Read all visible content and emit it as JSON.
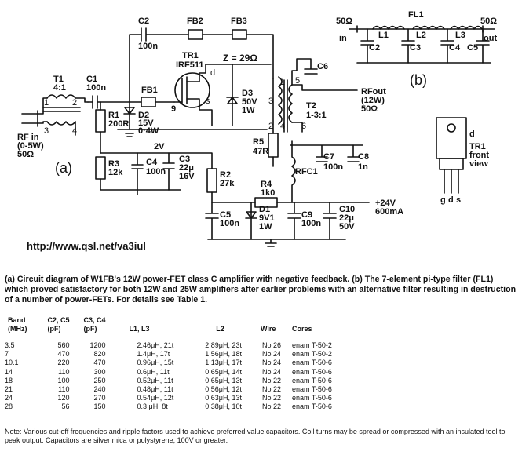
{
  "diagram": {
    "url": "http://www.qsl.net/va3iul",
    "panel_a": "(a)",
    "panel_b": "(b)",
    "rf_in": [
      "RF in",
      "(0-5W)",
      "50Ω"
    ],
    "t1": [
      "T1",
      "4:1"
    ],
    "t1_pins": [
      "1",
      "2",
      "3",
      "4"
    ],
    "c1": [
      "C1",
      "100n"
    ],
    "c2": [
      "C2",
      "100n"
    ],
    "fb1": "FB1",
    "fb2": "FB2",
    "fb3": "FB3",
    "tr1": [
      "TR1",
      "IRF511"
    ],
    "pin_d": "d",
    "pin_g": "9",
    "pin_s": "s",
    "z": "Z = 29Ω",
    "d2": [
      "D2",
      "15V",
      "0·4W"
    ],
    "d3": [
      "D3",
      "50V",
      "1W"
    ],
    "r1": [
      "R1",
      "200R"
    ],
    "r3": [
      "R3",
      "12k"
    ],
    "c4": [
      "C4",
      "100n"
    ],
    "c3": [
      "C3",
      "22μ",
      "16V"
    ],
    "v2": "2V",
    "r2": [
      "R2",
      "27k"
    ],
    "r5": [
      "R5",
      "47R"
    ],
    "r4": [
      "R4",
      "1k0"
    ],
    "c5": [
      "C5",
      "100n"
    ],
    "d1": [
      "D1",
      "9V1",
      "1W"
    ],
    "c9": [
      "C9",
      "100n"
    ],
    "c10": [
      "C10",
      "22μ",
      "50V"
    ],
    "c6": "C6",
    "c7": [
      "C7",
      "100n"
    ],
    "c8": [
      "C8",
      "1n"
    ],
    "rfc1": "RFC1",
    "t2": [
      "T2",
      "1-3:1"
    ],
    "t2_pins": [
      "1",
      "2",
      "3",
      "4",
      "5",
      "6"
    ],
    "rf_out": [
      "RFout",
      "(12W)",
      "50Ω"
    ],
    "supply": [
      "+24V",
      "600mA"
    ],
    "fl1": "FL1",
    "pi_in": [
      "50Ω",
      "in"
    ],
    "pi_out": [
      "50Ω",
      "out"
    ],
    "pi_inductors": [
      "L1",
      "L2",
      "L3"
    ],
    "pi_caps": [
      "C2",
      "C3",
      "C4",
      "C5"
    ],
    "tr1_view": [
      "TR1",
      "front",
      "view"
    ],
    "tr1_leads": [
      "g",
      "d",
      "s"
    ],
    "tr1_tab": "d"
  },
  "caption": "(a) Circuit diagram of W1FB's 12W power-FET class C amplifier with negative feedback. (b) The 7-element pi-type filter (FL1) which proved satisfactory for both 12W and 25W amplifiers after earlier problems with an alternative filter resulting in destruction of a number of power-FETs. For details see Table 1.",
  "table": {
    "headers": [
      [
        "Band",
        "(MHz)"
      ],
      [
        "C2, C5",
        "(pF)"
      ],
      [
        "C3, C4",
        "(pF)"
      ],
      [
        "L1, L3",
        ""
      ],
      [
        "L2",
        ""
      ],
      [
        "Wire",
        ""
      ],
      [
        "Cores",
        ""
      ]
    ],
    "rows": [
      [
        "3.5",
        "560",
        "1200",
        "2.46μH, 21t",
        "2.89μH, 23t",
        "No 26",
        "enam T-50-2"
      ],
      [
        "7",
        "470",
        "820",
        "1.4μH, 17t",
        "1.56μH, 18t",
        "No 24",
        "enam T-50-2"
      ],
      [
        "10.1",
        "220",
        "470",
        "0.96μH, 15t",
        "1.13μH, 17t",
        "No 24",
        "enam T-50-6"
      ],
      [
        "14",
        "110",
        "300",
        "0.6μH, 11t",
        "0.65μH, 14t",
        "No 24",
        "enam T-50-6"
      ],
      [
        "18",
        "100",
        "250",
        "0.52μH, 11t",
        "0.65μH, 13t",
        "No 22",
        "enam T-50-6"
      ],
      [
        "21",
        "110",
        "240",
        "0.48μH, 11t",
        "0.56μH, 12t",
        "No 22",
        "enam T-50-6"
      ],
      [
        "24",
        "120",
        "270",
        "0.54μH, 12t",
        "0.63μH, 13t",
        "No 22",
        "enam T-50-6"
      ],
      [
        "28",
        "56",
        "150",
        "0.3 μH, 8t",
        "0.38μH, 10t",
        "No 22",
        "enam T-50-6"
      ]
    ]
  },
  "note": "Note: Various cut-off frequencies and ripple factors used to achieve preferred value capacitors. Coil turns may be spread or compressed with an insulated tool to peak output. Capacitors are silver mica or polystyrene, 100V or greater."
}
